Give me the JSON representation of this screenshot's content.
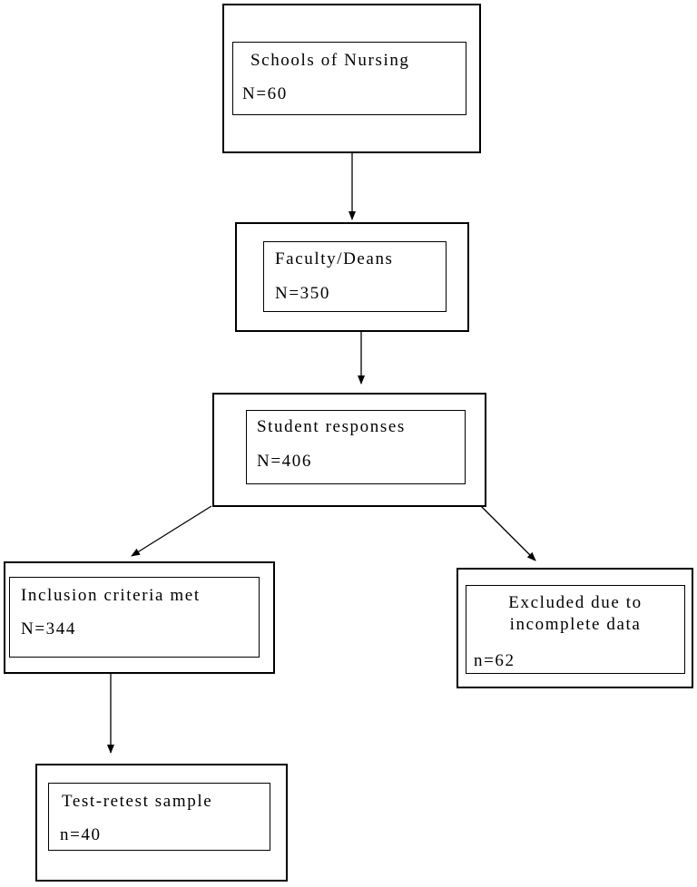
{
  "nodes": {
    "schools": {
      "title": "Schools of Nursing",
      "count": "N=60"
    },
    "faculty": {
      "title": "Faculty/Deans",
      "count": "N=350"
    },
    "students": {
      "title": "Student responses",
      "count": "N=406"
    },
    "inclusion": {
      "title": "Inclusion criteria met",
      "count": "N=344"
    },
    "excluded": {
      "title_line1": "Excluded due to",
      "title_line2": "incomplete data",
      "count": "n=62"
    },
    "retest": {
      "title": "Test-retest sample",
      "count": "n=40"
    }
  },
  "edges": [
    {
      "from": "Schools of Nursing",
      "to": "Faculty/Deans"
    },
    {
      "from": "Faculty/Deans",
      "to": "Student responses"
    },
    {
      "from": "Student responses",
      "to": "Inclusion criteria met"
    },
    {
      "from": "Student responses",
      "to": "Excluded due to incomplete data"
    },
    {
      "from": "Inclusion criteria met",
      "to": "Test-retest sample"
    }
  ]
}
